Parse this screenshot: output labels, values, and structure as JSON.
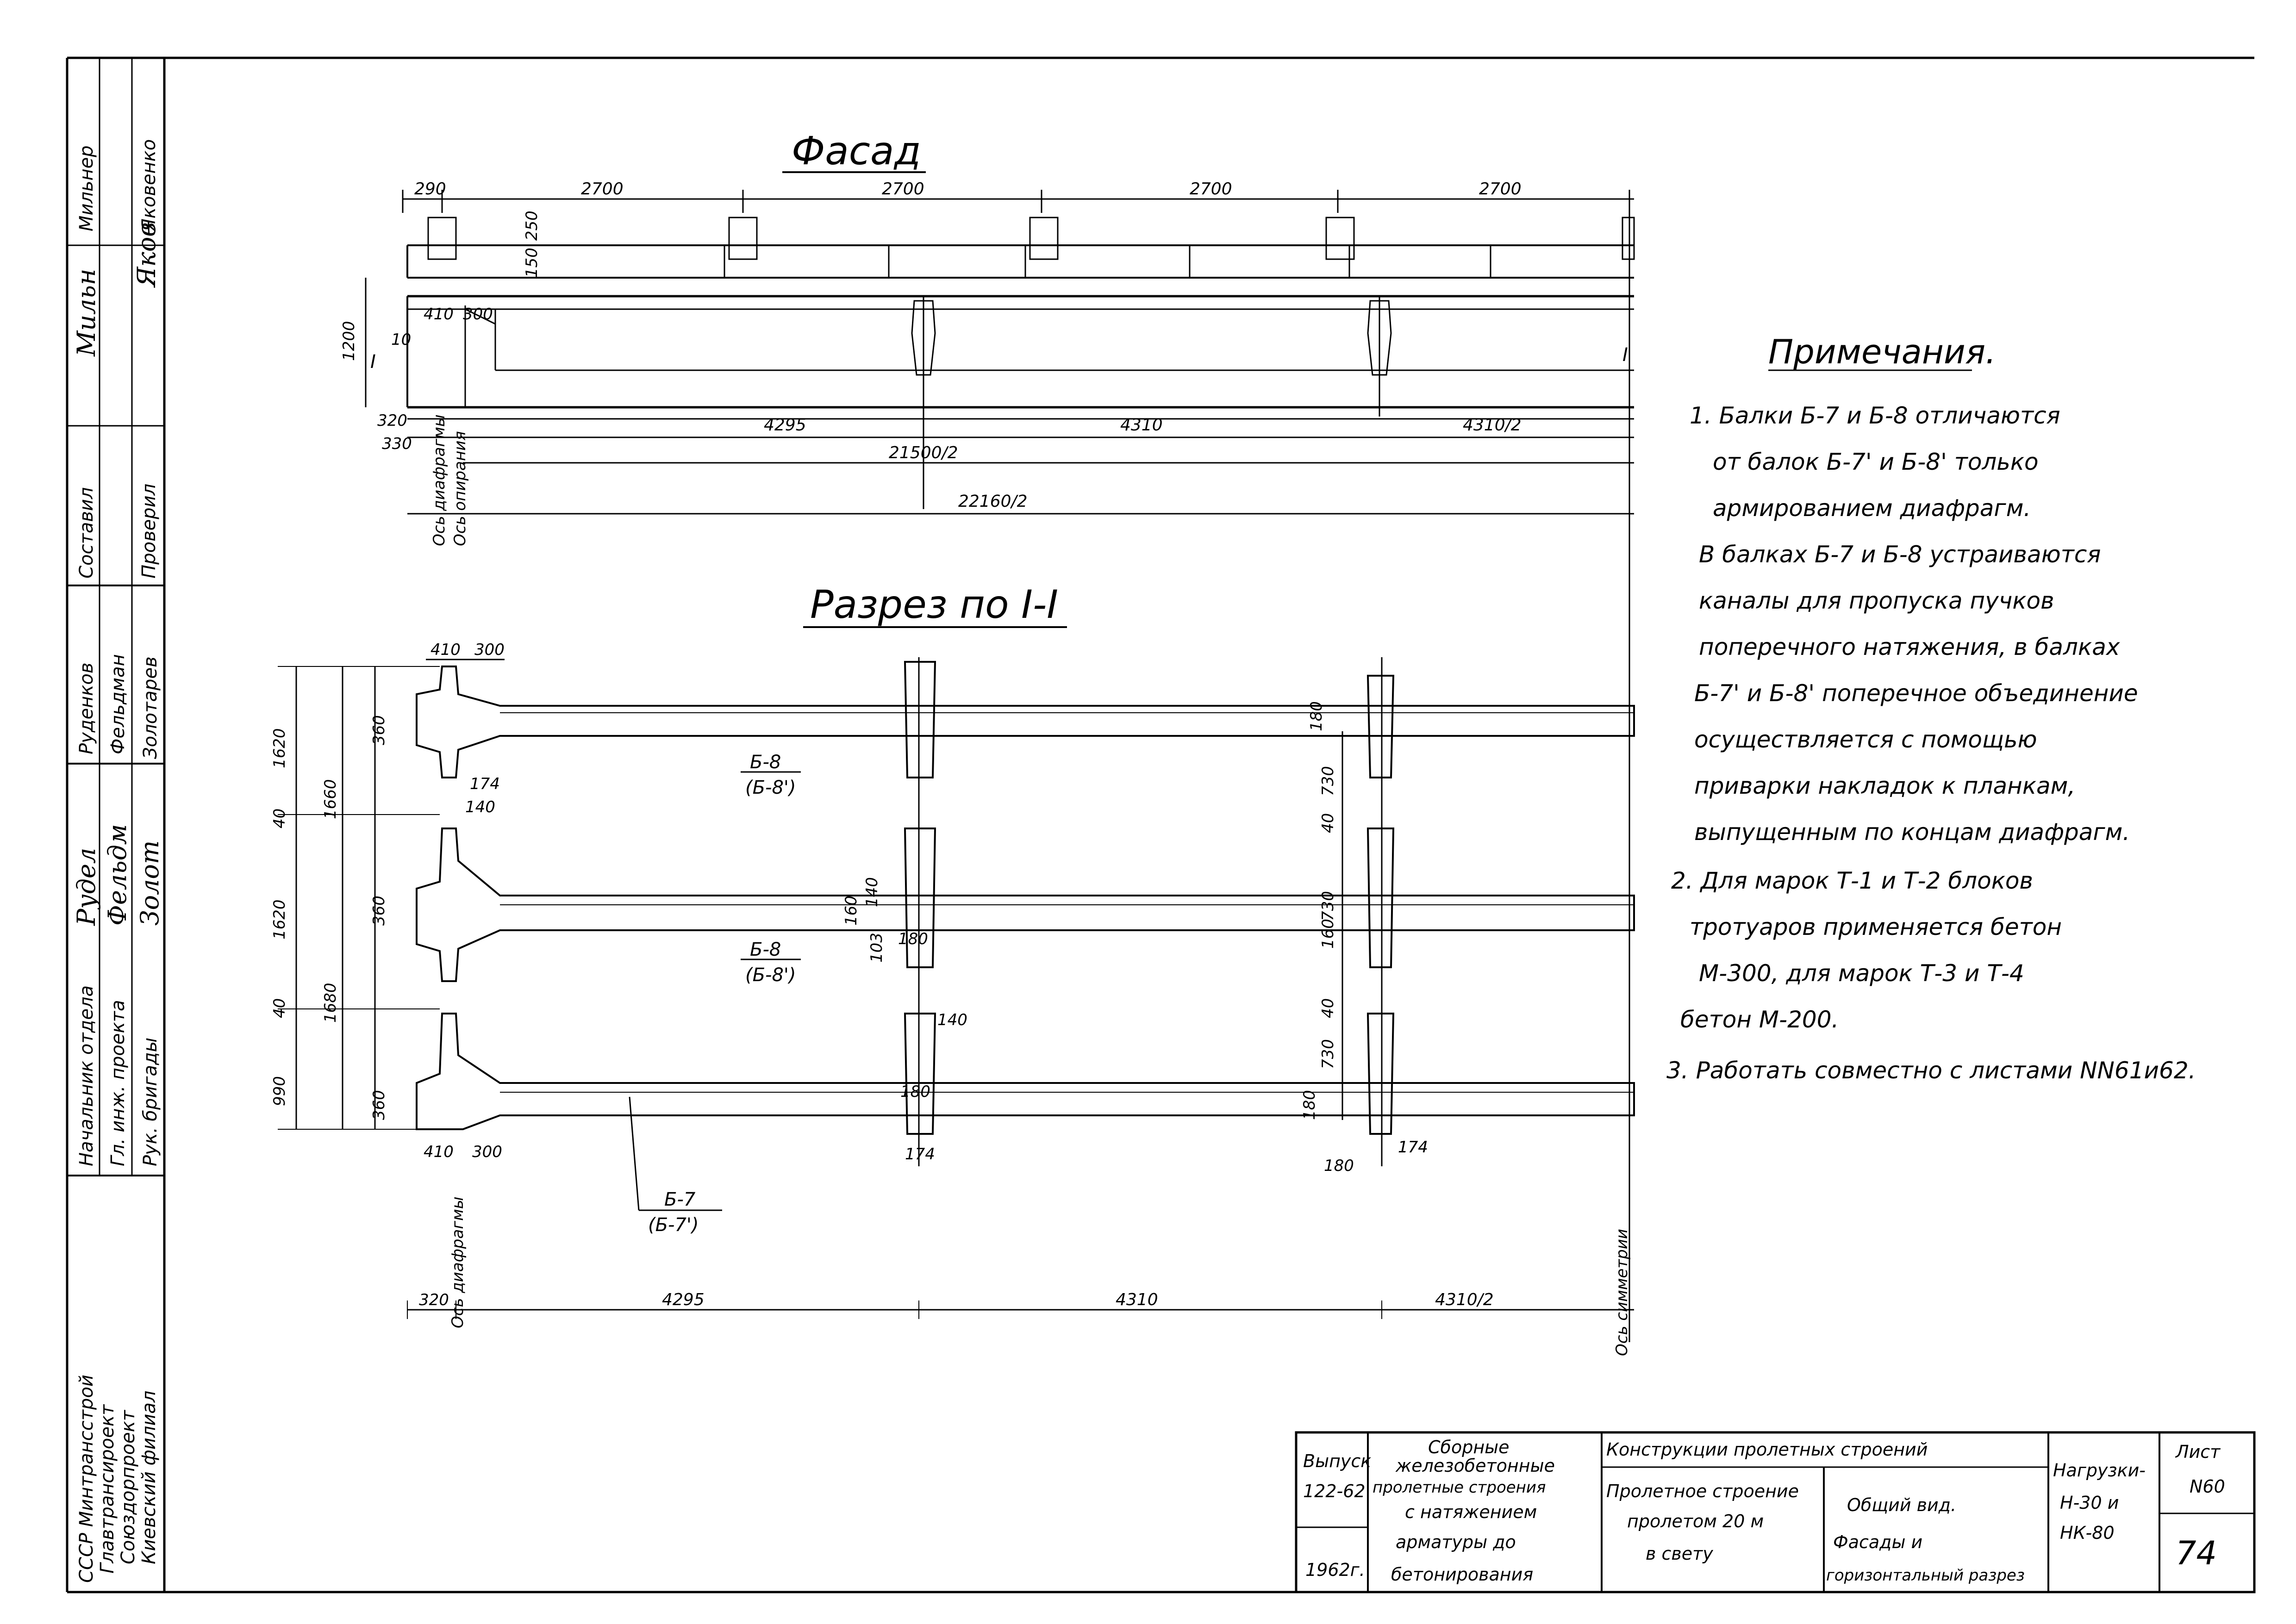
{
  "facade": {
    "title": "Фасад",
    "top_dims": [
      "290",
      "2700",
      "2700",
      "2700",
      "2700"
    ],
    "dims_small": [
      "250",
      "150",
      "410",
      "300",
      "1200",
      "10",
      "320",
      "330"
    ],
    "marker": "I",
    "axis_labels": [
      "Ось диафрагмы",
      "Ось опирания"
    ],
    "bottom_dims": [
      "4295",
      "4310",
      "4310/2"
    ],
    "half_span": "21500/2",
    "half_length": "22160/2"
  },
  "section": {
    "title": "Разрез по I-I",
    "top_dims": [
      "410",
      "300",
      "160"
    ],
    "left_dims": [
      "1620",
      "1660",
      "1620",
      "1680",
      "990",
      "40",
      "40",
      "360",
      "360",
      "360"
    ],
    "inner_dims": [
      "174",
      "140",
      "140",
      "180",
      "160",
      "103",
      "140",
      "180",
      "180",
      "174"
    ],
    "right_dims": [
      "730",
      "730",
      "730",
      "40",
      "40",
      "160",
      "180"
    ],
    "bottom_small": [
      "410",
      "300",
      "174",
      "180",
      "174"
    ],
    "beam_labels": [
      {
        "code": "Б-8",
        "alt": "(Б-8')"
      },
      {
        "code": "Б-8",
        "alt": "(Б-8')"
      },
      {
        "code": "Б-7",
        "alt": "(Б-7')"
      }
    ],
    "axis_labels": [
      "Ось диафрагмы",
      "Ось симметрии"
    ],
    "bottom_dims": [
      "320",
      "4295",
      "4310",
      "4310/2"
    ]
  },
  "notes": {
    "heading": "Примечания.",
    "lines": [
      "1. Балки Б-7 и Б-8 отличаются",
      "от балок Б-7' и Б-8' только",
      "армированием диафрагм.",
      "В балках Б-7 и Б-8 устраиваются",
      "каналы для пропуска пучков",
      "поперечного натяжения, в балках",
      "Б-7' и Б-8' поперечное объединение",
      "осуществляется с помощью",
      "приварки накладок к планкам,",
      "выпущенным по концам диафрагм.",
      "2. Для марок Т-1 и Т-2 блоков",
      "тротуаров применяется бетон",
      "М-300, для марок Т-3 и Т-4",
      "бетон М-200.",
      "3. Работать совместно с листами NN61и62."
    ]
  },
  "left_stamp": {
    "org": [
      "СССР Минтрансстрой",
      "Главтрансироект",
      "Союздорпроект",
      "Киевский филиал"
    ],
    "roles": [
      "Начальник отдела",
      "Гл. инж. проекта",
      "Рук. бригады",
      "Составил",
      "Проверил"
    ],
    "names": [
      "Руденков",
      "Фельдман",
      "Золотарев",
      "Мильнер",
      "Яковенко"
    ],
    "signatures": [
      "Рудел",
      "Фельдм",
      "Золот",
      "Мильн",
      "Яков"
    ]
  },
  "title_block": {
    "issue_label": "Выпуск",
    "issue": "122-62",
    "year": "1962г.",
    "series": [
      "Сборные",
      "железобетонные",
      "пролетные строения",
      "с натяжением",
      "арматуры до",
      "бетонирования"
    ],
    "section_header": "Конструкции пролетных строений",
    "structure": [
      "Пролетное строение",
      "пролетом 20 м",
      "в свету"
    ],
    "sheet_title": [
      "Общий вид.",
      "Фасады и",
      "горизонтальный разрез"
    ],
    "loads_label": "Нагрузки-",
    "loads": [
      "Н-30 и",
      "НК-80"
    ],
    "sheet_label": "Лист",
    "sheet_no": "N60",
    "page_no": "74"
  }
}
